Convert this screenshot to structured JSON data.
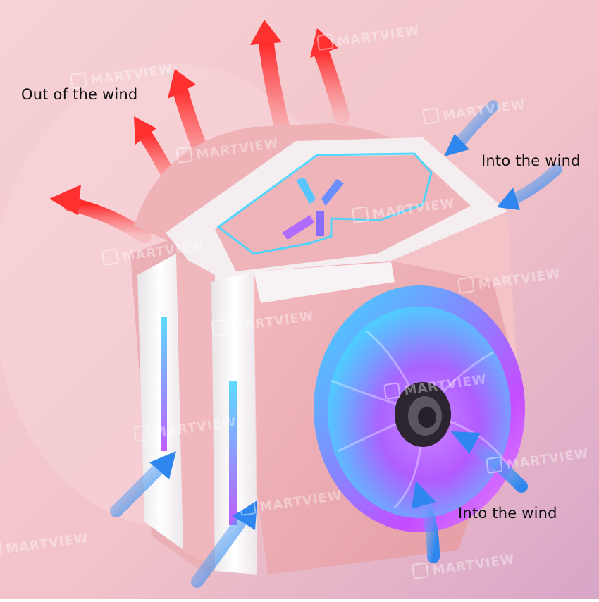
{
  "labels": {
    "out_of_wind": "Out of the wind",
    "into_wind_top": "Into the wind",
    "into_wind_bottom": "Into the wind"
  },
  "watermark": {
    "text": "MARTVIEW"
  },
  "colors": {
    "background_light": "#f3c9cf",
    "background_dark": "#e6a9b7",
    "heatsink_pink": "#eeb0b6",
    "housing_white": "#f5f2f4",
    "hot_arrow": "#ff3b3b",
    "cool_arrow": "#3f8df0",
    "rgb_cyan": "#35d6ff",
    "rgb_violet": "#b64bff"
  },
  "icons": {
    "top_logo": "y-logo-icon",
    "hot_air": "red-arrow-icon",
    "cool_air": "blue-arrow-icon"
  }
}
